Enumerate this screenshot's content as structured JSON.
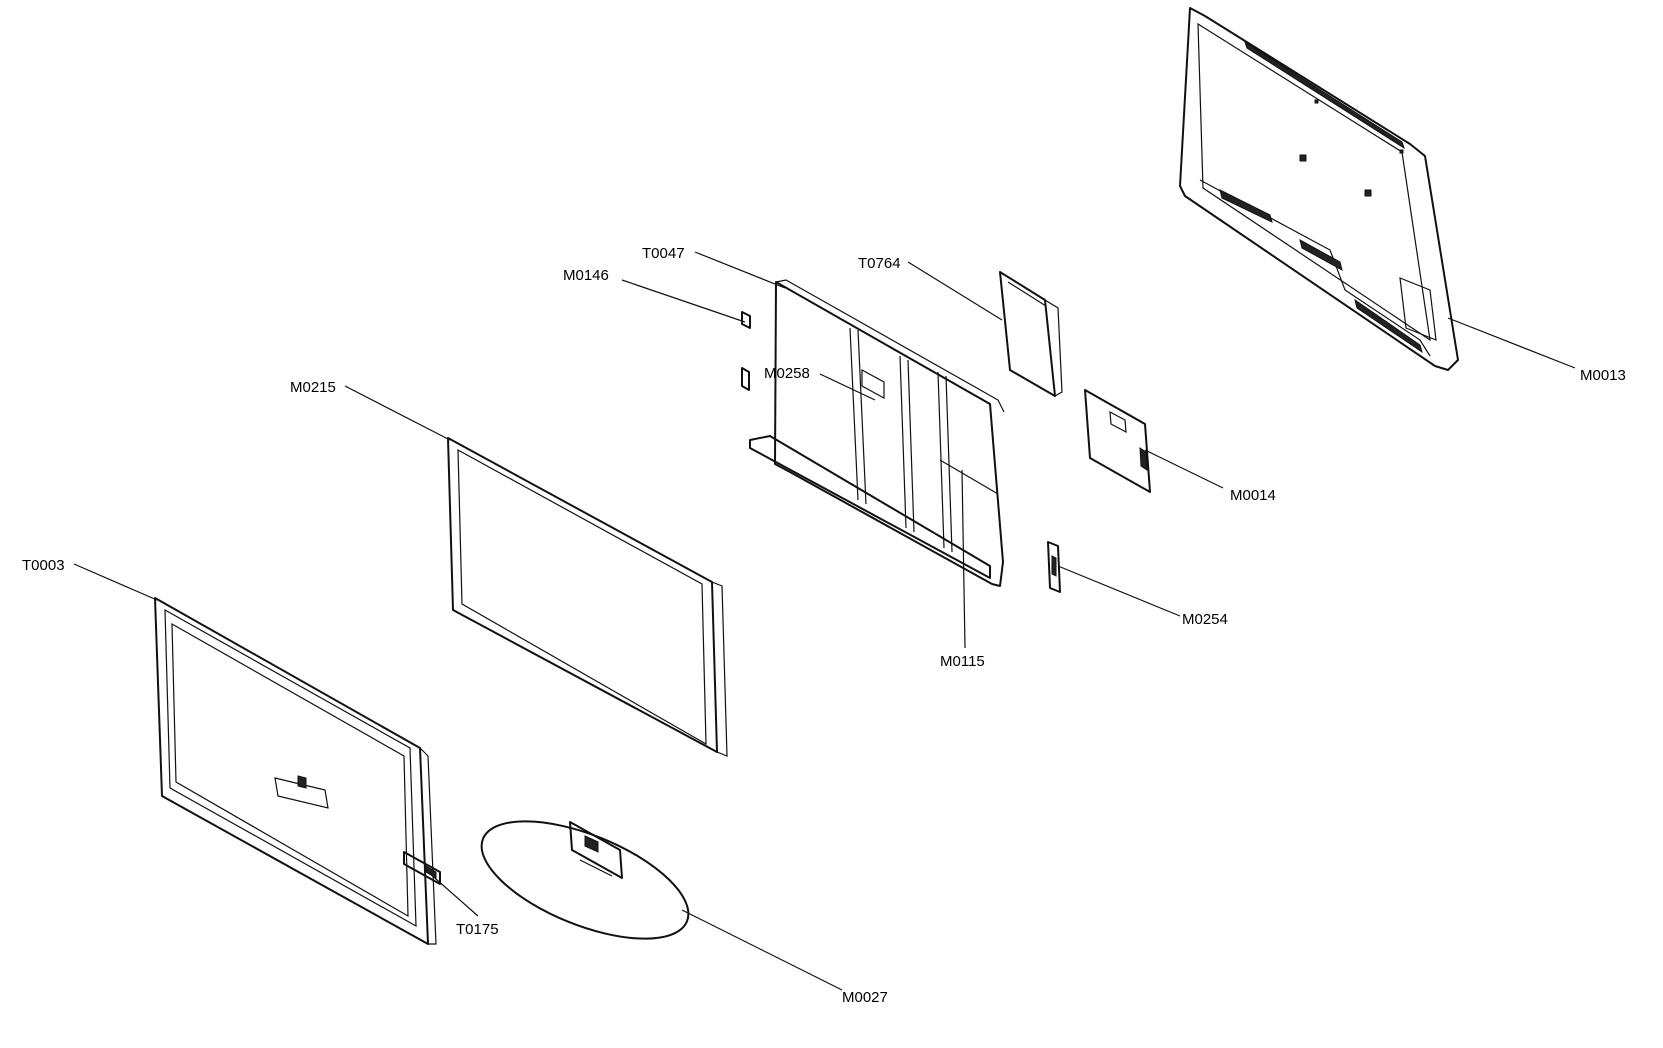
{
  "labels": {
    "M0013": "M0013",
    "M0014": "M0014",
    "M0027": "M0027",
    "M0115": "M0115",
    "M0146": "M0146",
    "M0215": "M0215",
    "M0254": "M0254",
    "M0258": "M0258",
    "T0003": "T0003",
    "T0047": "T0047",
    "T0175": "T0175",
    "T0764": "T0764"
  }
}
